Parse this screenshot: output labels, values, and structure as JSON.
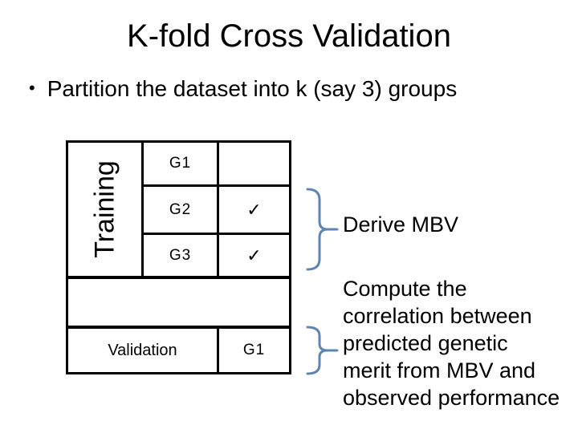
{
  "slide": {
    "title": "K-fold Cross Validation",
    "bullet_marker": "•",
    "bullet_text": "Partition the dataset into k (say 3) groups"
  },
  "figure": {
    "training_label": "Training",
    "groups": [
      {
        "label": "G1",
        "check": ""
      },
      {
        "label": "G2",
        "check": "✓"
      },
      {
        "label": "G3",
        "check": "✓"
      }
    ],
    "validation_label": "Validation",
    "validation_group": "G1"
  },
  "annotations": {
    "derive_label": "Derive MBV",
    "compute_lines": [
      "Compute the",
      "correlation between",
      "predicted genetic",
      "merit from MBV and",
      "observed performance"
    ]
  },
  "colors": {
    "ink": "#000000",
    "brace": "#5f86b0",
    "background": "#ffffff"
  }
}
